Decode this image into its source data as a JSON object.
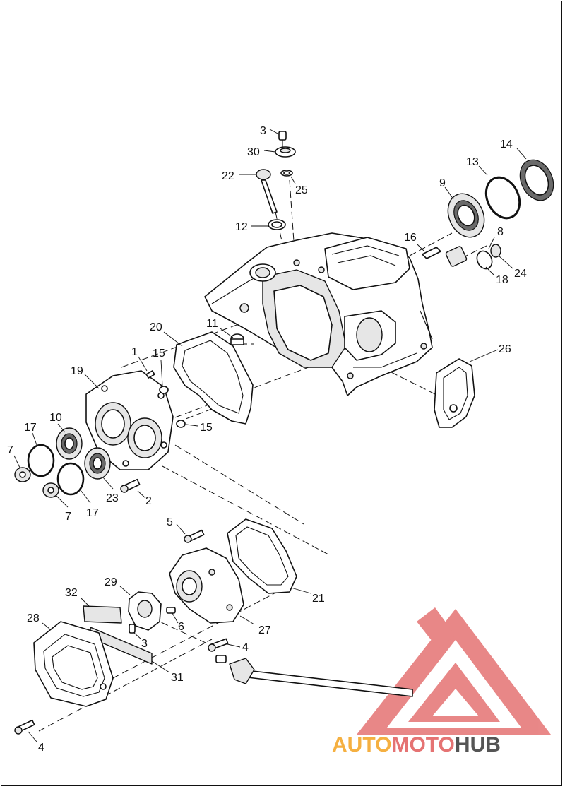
{
  "callouts": [
    {
      "id": "c3a",
      "text": "3"
    },
    {
      "id": "c30",
      "text": "30"
    },
    {
      "id": "c22",
      "text": "22"
    },
    {
      "id": "c25",
      "text": "25"
    },
    {
      "id": "c12",
      "text": "12"
    },
    {
      "id": "c14",
      "text": "14"
    },
    {
      "id": "c13",
      "text": "13"
    },
    {
      "id": "c9",
      "text": "9"
    },
    {
      "id": "c8",
      "text": "8"
    },
    {
      "id": "c16",
      "text": "16"
    },
    {
      "id": "c24",
      "text": "24"
    },
    {
      "id": "c18",
      "text": "18"
    },
    {
      "id": "c11",
      "text": "11"
    },
    {
      "id": "c20",
      "text": "20"
    },
    {
      "id": "c1",
      "text": "1"
    },
    {
      "id": "c15a",
      "text": "15"
    },
    {
      "id": "c19",
      "text": "19"
    },
    {
      "id": "c26",
      "text": "26"
    },
    {
      "id": "c10",
      "text": "10"
    },
    {
      "id": "c17a",
      "text": "17"
    },
    {
      "id": "c15b",
      "text": "15"
    },
    {
      "id": "c7a",
      "text": "7"
    },
    {
      "id": "c23",
      "text": "23"
    },
    {
      "id": "c2",
      "text": "2"
    },
    {
      "id": "c7b",
      "text": "7"
    },
    {
      "id": "c17b",
      "text": "17"
    },
    {
      "id": "c5",
      "text": "5"
    },
    {
      "id": "c29",
      "text": "29"
    },
    {
      "id": "c32",
      "text": "32"
    },
    {
      "id": "c21",
      "text": "21"
    },
    {
      "id": "c6",
      "text": "6"
    },
    {
      "id": "c28",
      "text": "28"
    },
    {
      "id": "c27",
      "text": "27"
    },
    {
      "id": "c3b",
      "text": "3"
    },
    {
      "id": "c4a",
      "text": "4"
    },
    {
      "id": "c31",
      "text": "31"
    },
    {
      "id": "c4b",
      "text": "4"
    }
  ],
  "watermark": {
    "part1": "AUTO",
    "part2": "MOTO",
    "part3": "HUB",
    "color1": "#f5b041",
    "color2": "#e57373",
    "color3": "#555555",
    "logo_color": "#e57373"
  }
}
